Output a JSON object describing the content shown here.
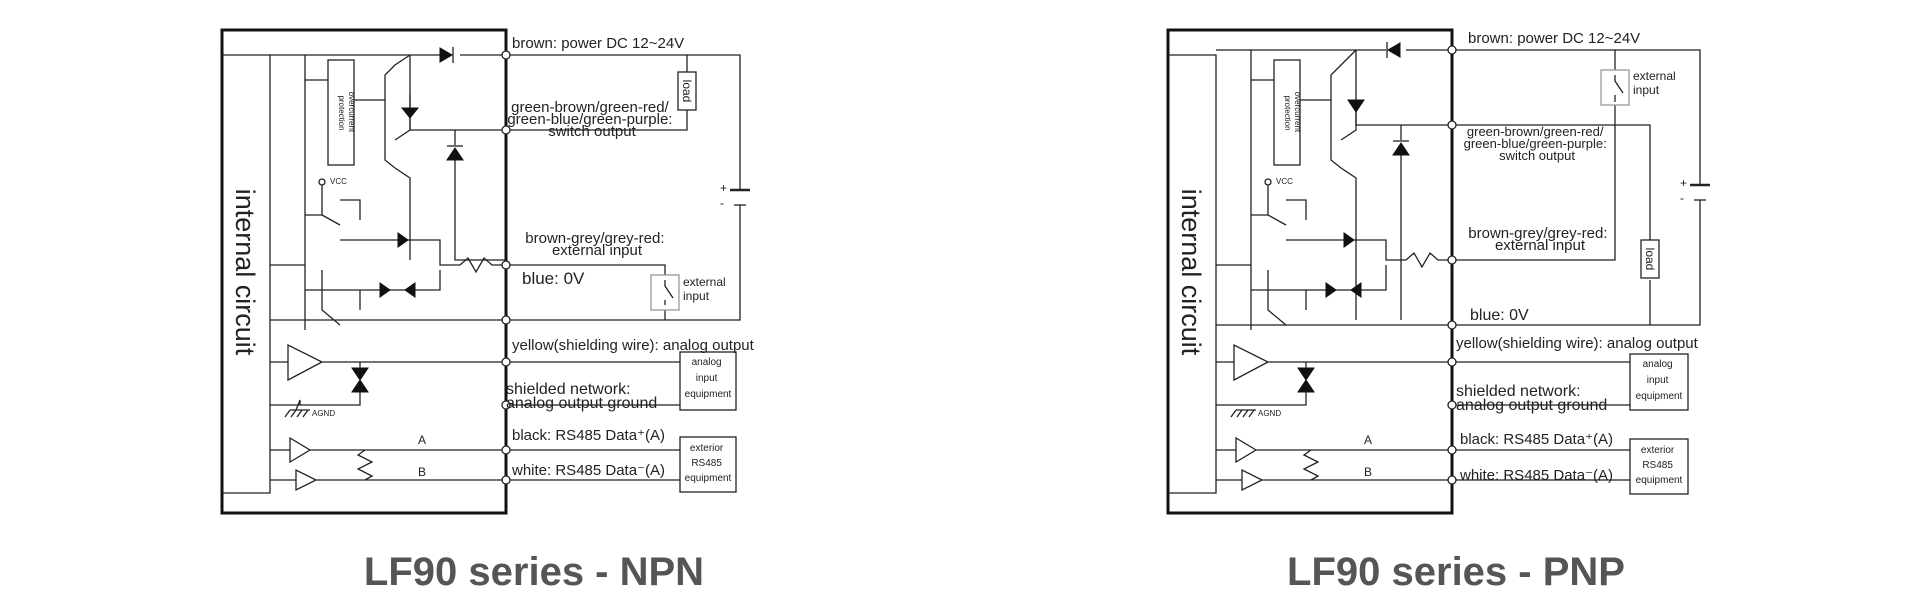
{
  "npn": {
    "title": "LF90 series - NPN",
    "internal_circuit": "internal circuit",
    "overcurrent": [
      "overcurrent",
      "protection"
    ],
    "vcc": "VCC",
    "agnd": "AGND",
    "bus_a": "A",
    "bus_b": "B",
    "brown": "brown: power DC 12~24V",
    "switch_output": [
      "green-brown/green-red/",
      "green-blue/green-purple:",
      "switch output"
    ],
    "ext_input_wire": [
      "brown-grey/grey-red:",
      "external input"
    ],
    "blue": "blue: 0V",
    "yellow": "yellow(shielding wire): analog output",
    "shielded": [
      "shielded network:",
      "analog output ground"
    ],
    "black": "black: RS485 Data⁺(A)",
    "white": "white: RS485 Data⁻(A)",
    "load": "load",
    "external_input": [
      "external",
      "input"
    ],
    "analog_equipment": [
      "analog",
      "input",
      "equipment"
    ],
    "rs485_equipment": [
      "exterior",
      "RS485",
      "equipment"
    ],
    "battery_plus": "+",
    "battery_minus": "-"
  },
  "pnp": {
    "title": "LF90 series - PNP",
    "internal_circuit": "internal circuit",
    "overcurrent": [
      "overcurrent",
      "protection"
    ],
    "vcc": "VCC",
    "agnd": "AGND",
    "bus_a": "A",
    "bus_b": "B",
    "brown": "brown: power DC 12~24V",
    "switch_output": [
      "green-brown/green-red/",
      "green-blue/green-purple:",
      "switch output"
    ],
    "ext_input_wire": [
      "brown-grey/grey-red:",
      "external input"
    ],
    "blue": "blue: 0V",
    "yellow": "yellow(shielding wire): analog output",
    "shielded": [
      "shielded network:",
      "analog output ground"
    ],
    "black": "black: RS485 Data⁺(A)",
    "white": "white: RS485 Data⁻(A)",
    "load": "load",
    "external_input": [
      "external",
      "input"
    ],
    "analog_equipment": [
      "analog",
      "input",
      "equipment"
    ],
    "rs485_equipment": [
      "exterior",
      "RS485",
      "equipment"
    ],
    "battery_plus": "+",
    "battery_minus": "-"
  }
}
